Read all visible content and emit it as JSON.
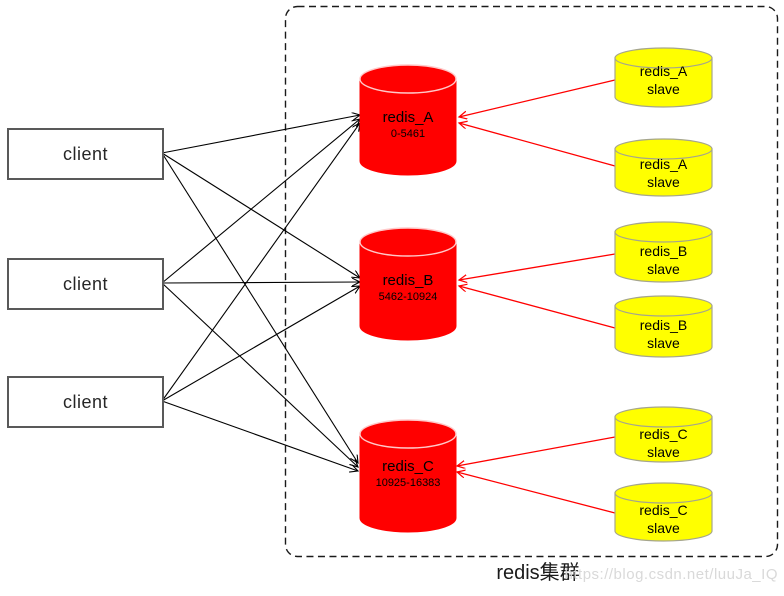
{
  "diagram": {
    "cluster_title": "redis集群",
    "watermark": "https://blog.csdn.net/luuJa_IQ",
    "clients": [
      {
        "label": "client"
      },
      {
        "label": "client"
      },
      {
        "label": "client"
      }
    ],
    "masters": [
      {
        "name": "redis_A",
        "slots": "0-5461"
      },
      {
        "name": "redis_B",
        "slots": "5462-10924"
      },
      {
        "name": "redis_C",
        "slots": "10925-16383"
      }
    ],
    "slaves": [
      {
        "name": "redis_A",
        "role": "slave"
      },
      {
        "name": "redis_A",
        "role": "slave"
      },
      {
        "name": "redis_B",
        "role": "slave"
      },
      {
        "name": "redis_B",
        "role": "slave"
      },
      {
        "name": "redis_C",
        "role": "slave"
      },
      {
        "name": "redis_C",
        "role": "slave"
      }
    ],
    "colors": {
      "master_fill": "#ff0000",
      "slave_fill": "#ffff00",
      "slave_stroke": "#a6a68c",
      "client_arrow": "#000000",
      "replica_arrow": "#ff0000",
      "watermark_color": "#d9d9d9"
    }
  }
}
